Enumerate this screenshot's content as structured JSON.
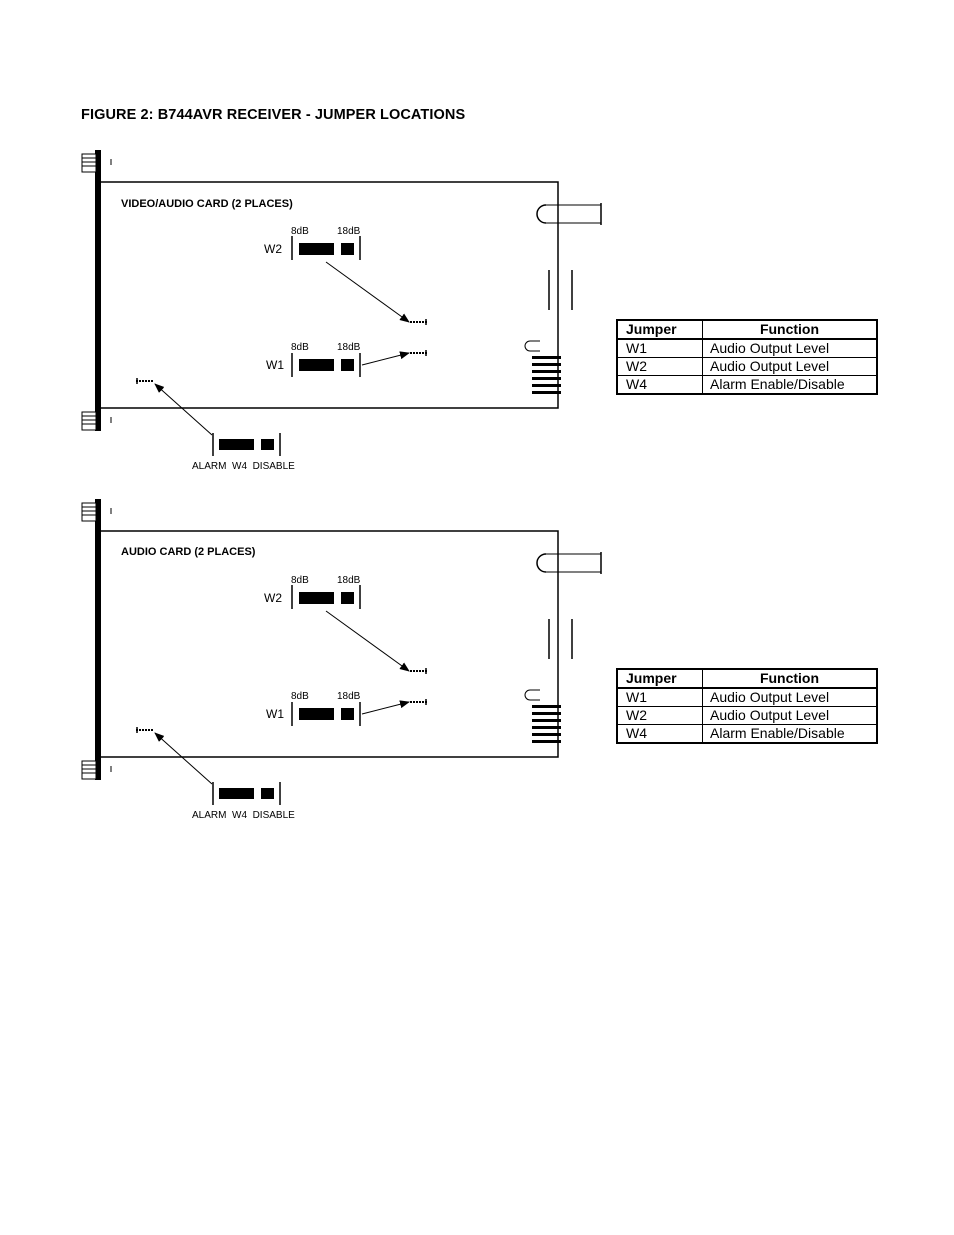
{
  "figure_title": "FIGURE 2: B744AVR RECEIVER - JUMPER LOCATIONS",
  "cards": [
    {
      "label": "VIDEO/AUDIO CARD (2 PLACES)",
      "w2": {
        "name": "W2",
        "left": "8dB",
        "right": "18dB"
      },
      "w1": {
        "name": "W1",
        "left": "8dB",
        "right": "18dB"
      },
      "alarm": "ALARM  W4  DISABLE",
      "table": {
        "headers": [
          "Jumper",
          "Function"
        ],
        "rows": [
          [
            "W1",
            "Audio Output Level"
          ],
          [
            "W2",
            "Audio Output Level"
          ],
          [
            "W4",
            "Alarm Enable/Disable"
          ]
        ]
      }
    },
    {
      "label": "AUDIO CARD (2 PLACES)",
      "w2": {
        "name": "W2",
        "left": "8dB",
        "right": "18dB"
      },
      "w1": {
        "name": "W1",
        "left": "8dB",
        "right": "18dB"
      },
      "alarm": "ALARM  W4  DISABLE",
      "table": {
        "headers": [
          "Jumper",
          "Function"
        ],
        "rows": [
          [
            "W1",
            "Audio Output Level"
          ],
          [
            "W2",
            "Audio Output Level"
          ],
          [
            "W4",
            "Alarm Enable/Disable"
          ]
        ]
      }
    }
  ]
}
